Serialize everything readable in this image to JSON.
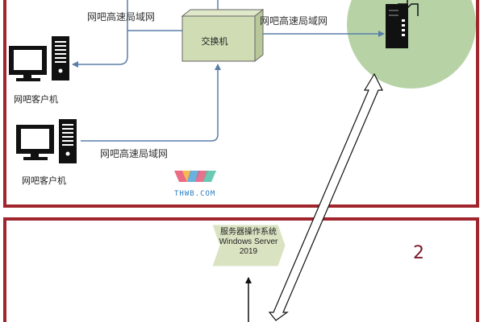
{
  "labels": {
    "net_top_left": "网吧高速局域网",
    "net_top_right": "网吧高速局域网",
    "net_bottom": "网吧高速局域网",
    "switch": "交换机",
    "client_1": "网吧客户机",
    "client_2": "网吧客户机"
  },
  "os_box": {
    "line1": "服务器操作系统",
    "line2": "Windows Server",
    "line3": "2019"
  },
  "section_number": "2",
  "watermark": "THWB.COM",
  "colors": {
    "frame_border": "#a0252d",
    "server_zone": "#b7d3a6",
    "switch_fill": "#cfdcb4",
    "arrow_line": "#5a7ea8",
    "section_number": "#7a1a2a",
    "os_box_fill": "#d9e3c2"
  },
  "icons": {
    "client": "desktop-computer-icon",
    "server": "server-tower-icon",
    "logo": "thwb-logo-icon"
  }
}
